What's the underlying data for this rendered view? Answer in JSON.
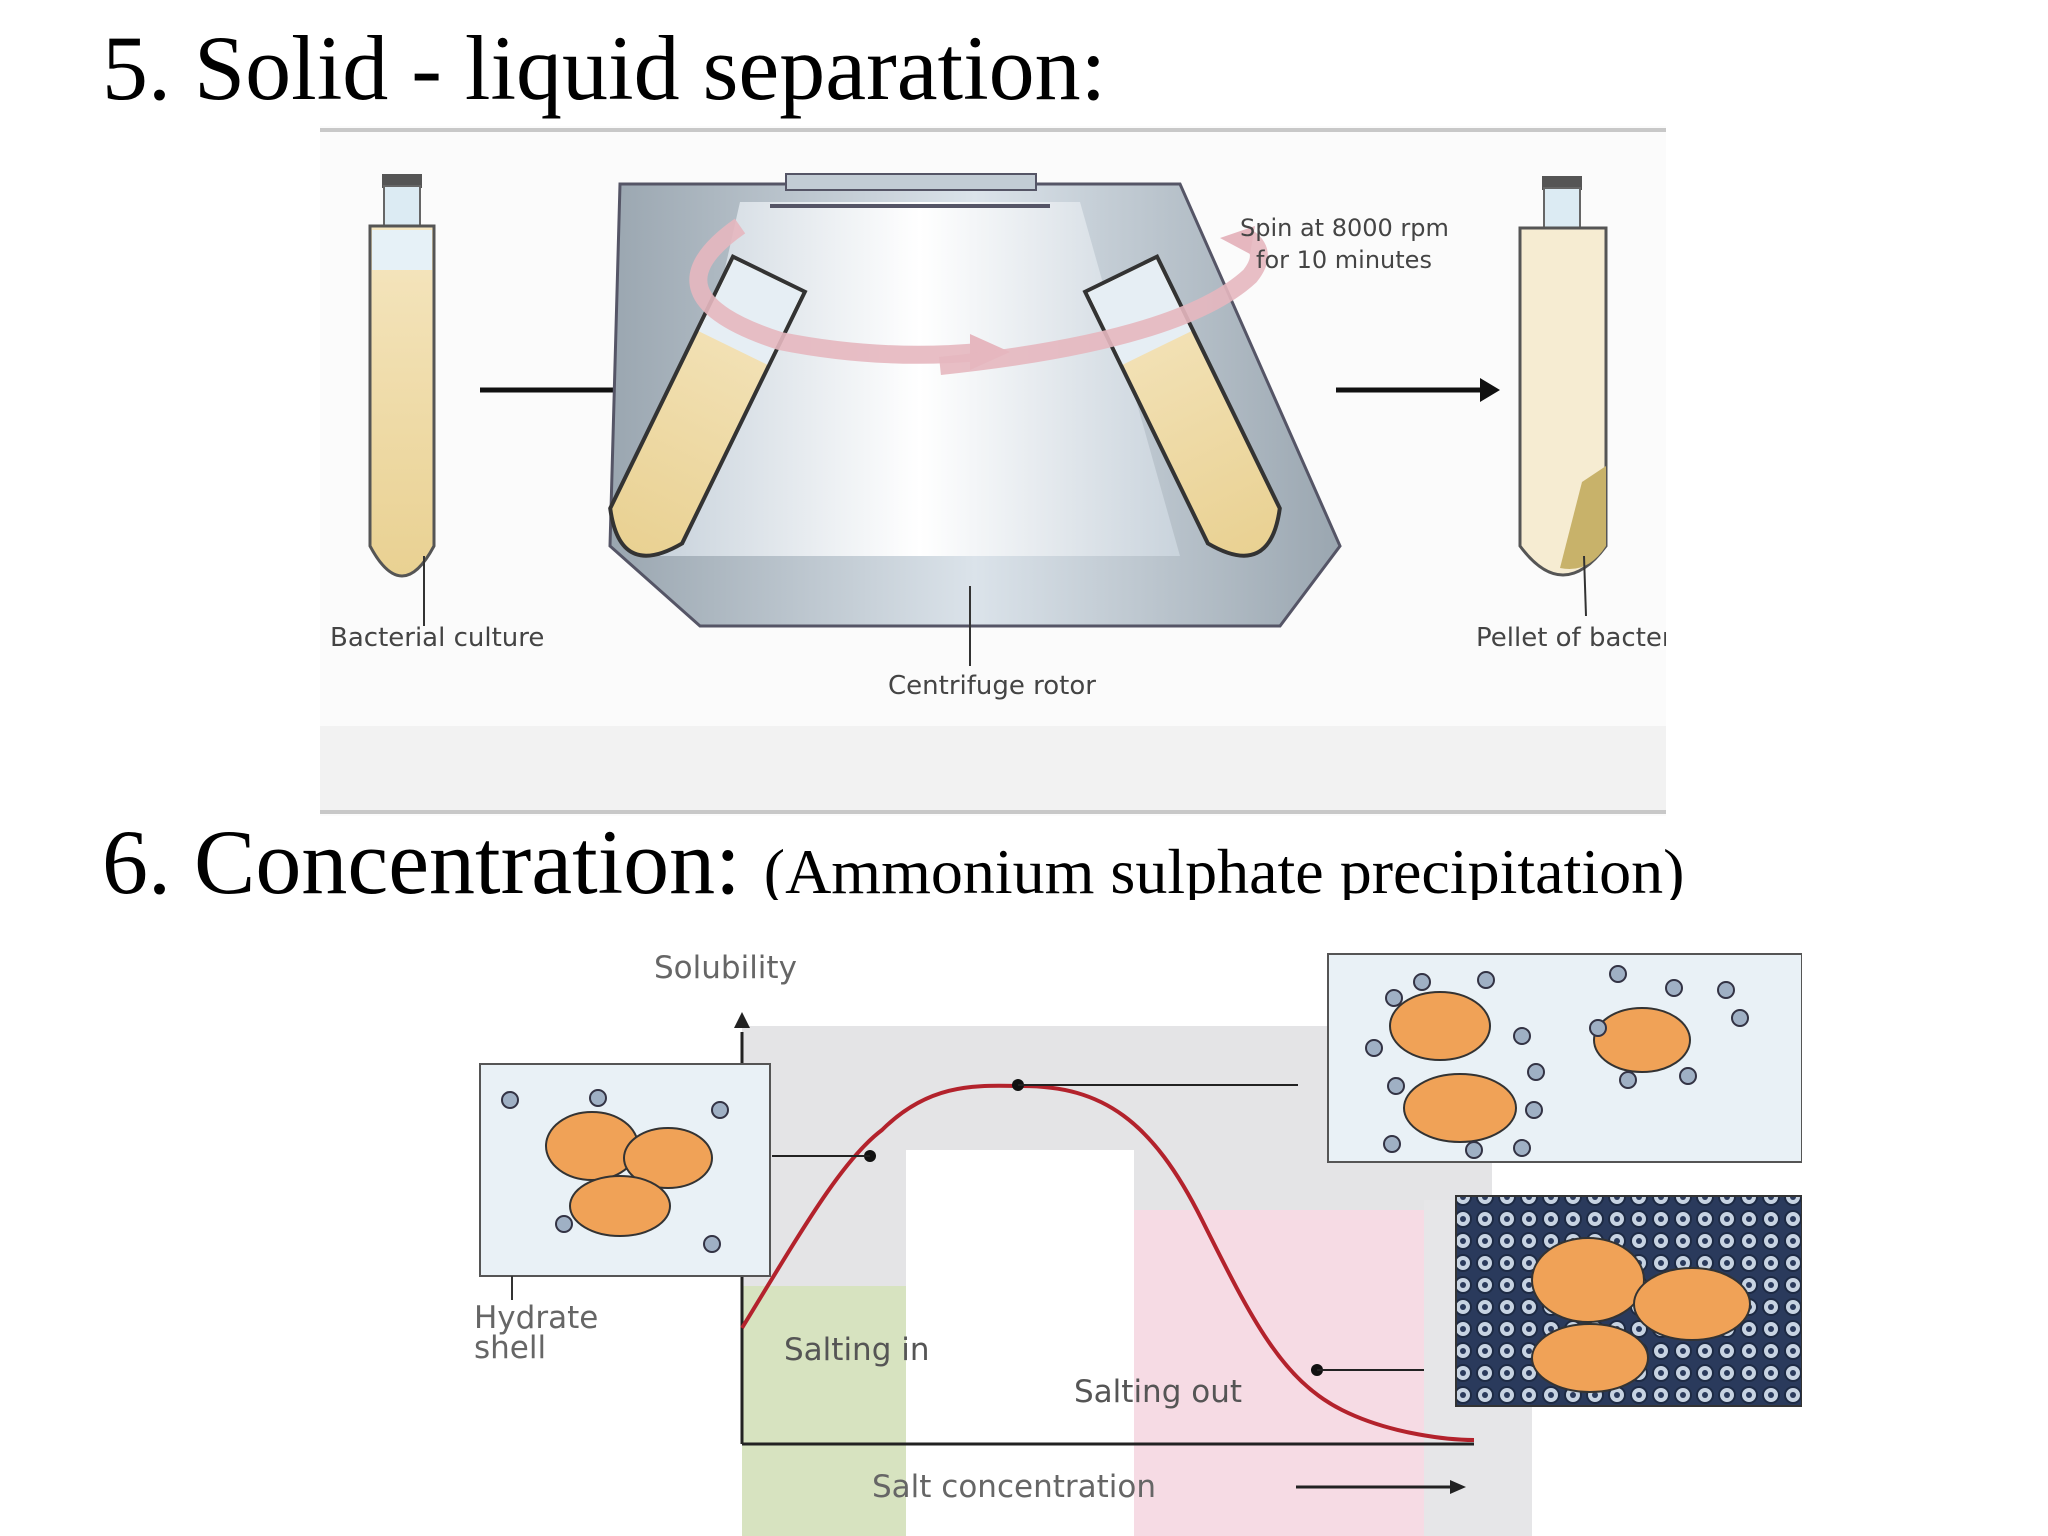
{
  "section5": {
    "title": "5. Solid - liquid separation:"
  },
  "centrifuge": {
    "label_culture": "Bacterial culture",
    "label_spin_line1": "Spin at 8000 rpm",
    "label_spin_line2": "for 10 minutes",
    "label_pellet": "Pellet of bacteria",
    "label_rotor": "Centrifuge rotor"
  },
  "section6": {
    "title": "6.  Concentration:",
    "subtitle": "(Ammonium sulphate precipitation)"
  },
  "solubility": {
    "axis_y": "Solubility",
    "axis_x": "Salt concentration",
    "label_hydrate_line1": "Hydrate",
    "label_hydrate_line2": "shell",
    "label_salting_in": "Salting in",
    "label_salting_out": "Salting out"
  }
}
